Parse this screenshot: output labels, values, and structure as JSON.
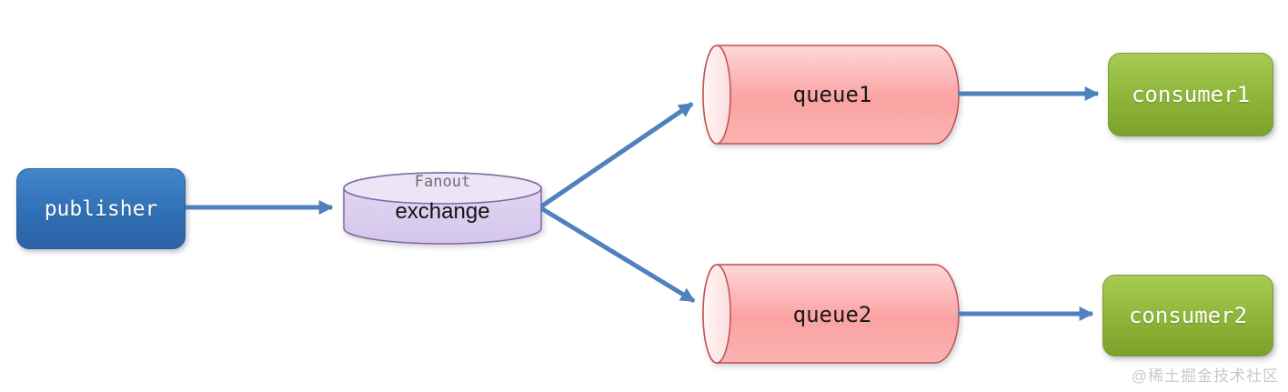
{
  "diagram": {
    "description": "fanout exchange message flow diagram",
    "nodes": {
      "publisher": {
        "label": "publisher",
        "shape": "rounded-rect",
        "color": "#3376bd"
      },
      "exchange": {
        "label": "exchange",
        "type_label": "Fanout",
        "shape": "cylinder-vertical",
        "color": "#ddd2ef"
      },
      "queue1": {
        "label": "queue1",
        "shape": "cylinder-horizontal",
        "color": "#fbb4b4"
      },
      "queue2": {
        "label": "queue2",
        "shape": "cylinder-horizontal",
        "color": "#fbb4b4"
      },
      "consumer1": {
        "label": "consumer1",
        "shape": "rounded-rect",
        "color": "#8db437"
      },
      "consumer2": {
        "label": "consumer2",
        "shape": "rounded-rect",
        "color": "#8db437"
      }
    },
    "edges": [
      {
        "from": "publisher",
        "to": "exchange"
      },
      {
        "from": "exchange",
        "to": "queue1"
      },
      {
        "from": "exchange",
        "to": "queue2"
      },
      {
        "from": "queue1",
        "to": "consumer1"
      },
      {
        "from": "queue2",
        "to": "consumer2"
      }
    ],
    "colors": {
      "arrow": "#4f81bd",
      "publisher_border": "#2b5f9e",
      "queue_border": "#c0504d",
      "consumer_border": "#7d9c3a",
      "exchange_border": "#8066a3",
      "fanout_text": "#6e6e6e",
      "watermark_text": "#c9c9c9"
    },
    "watermark": "@稀土掘金技术社区"
  }
}
